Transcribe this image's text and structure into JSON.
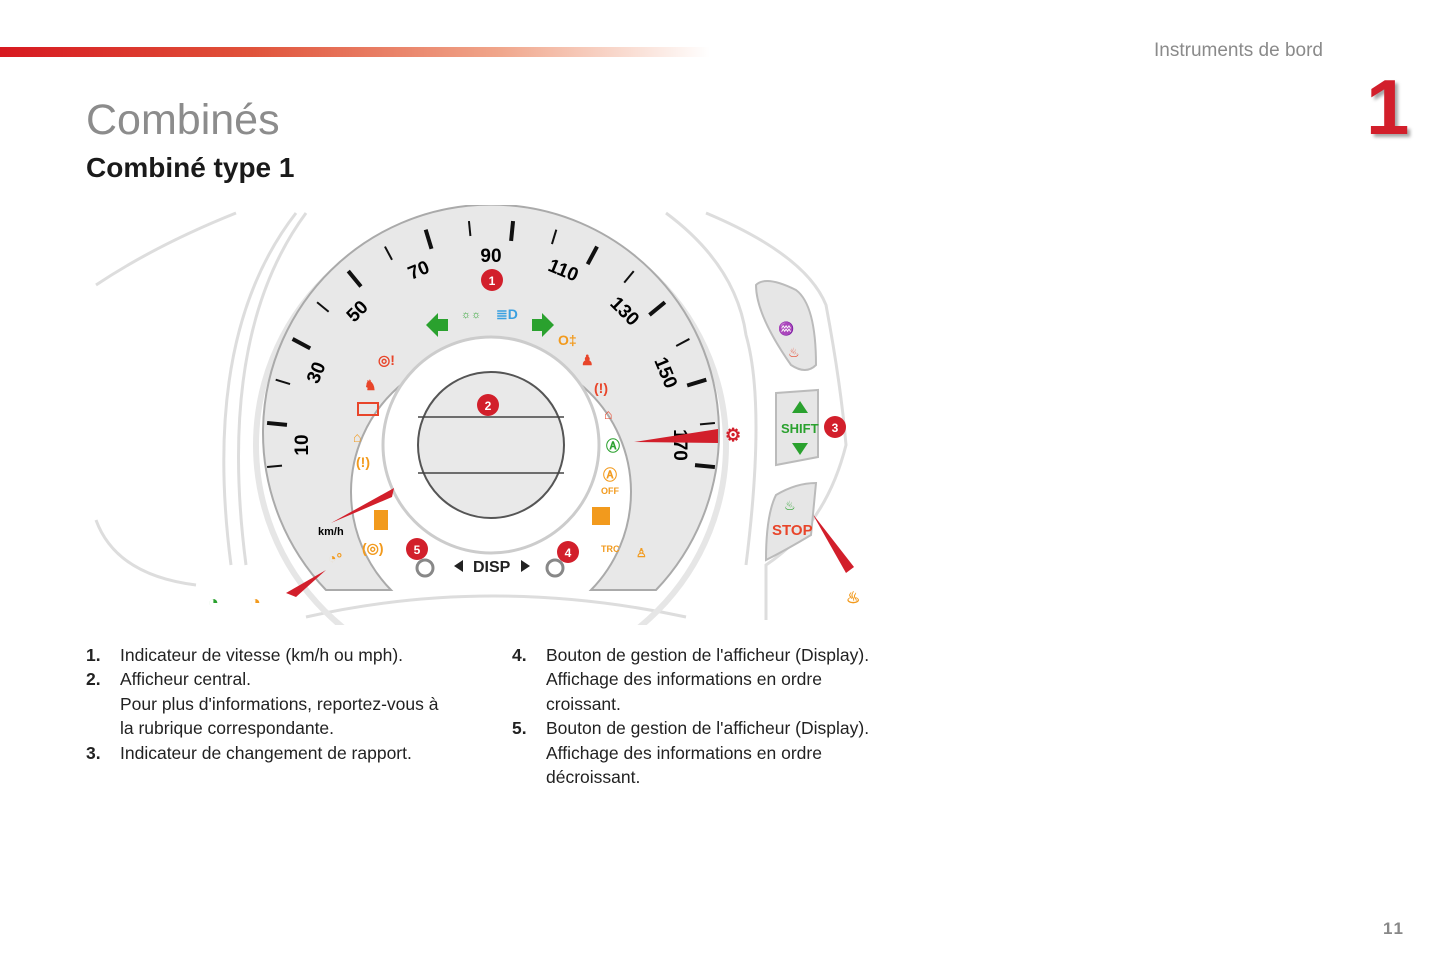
{
  "header": {
    "section": "Instruments de bord",
    "chapter_number": "1"
  },
  "title": "Combinés",
  "subtitle": "Combiné type 1",
  "illustration": {
    "speed_labels": [
      "10",
      "30",
      "50",
      "70",
      "90",
      "110",
      "130",
      "150",
      "170"
    ],
    "unit": "km/h",
    "disp_label": "DISP",
    "shift_label": "SHIFT",
    "stop_label": "STOP",
    "callouts": [
      "1",
      "2",
      "3",
      "4",
      "5"
    ],
    "colors": {
      "red": "#d21f2b",
      "green": "#2aa12e",
      "orange": "#f29a1d",
      "blue": "#3aa0e0",
      "dial": "#e6e6e6"
    }
  },
  "list_left": [
    {
      "num": "1.",
      "lines": [
        "Indicateur de vitesse (km/h ou mph)."
      ]
    },
    {
      "num": "2.",
      "lines": [
        "Afficheur central.",
        "Pour plus d'informations, reportez-vous à",
        "la rubrique correspondante."
      ]
    },
    {
      "num": "3.",
      "lines": [
        "Indicateur de changement de rapport."
      ]
    }
  ],
  "list_right": [
    {
      "num": "4.",
      "lines": [
        "Bouton de gestion de l'afficheur (Display).",
        "Affichage des informations en ordre",
        "croissant."
      ]
    },
    {
      "num": "5.",
      "lines": [
        "Bouton de gestion de l'afficheur (Display).",
        "Affichage des informations en ordre",
        "décroissant."
      ]
    }
  ],
  "page_number": "11"
}
